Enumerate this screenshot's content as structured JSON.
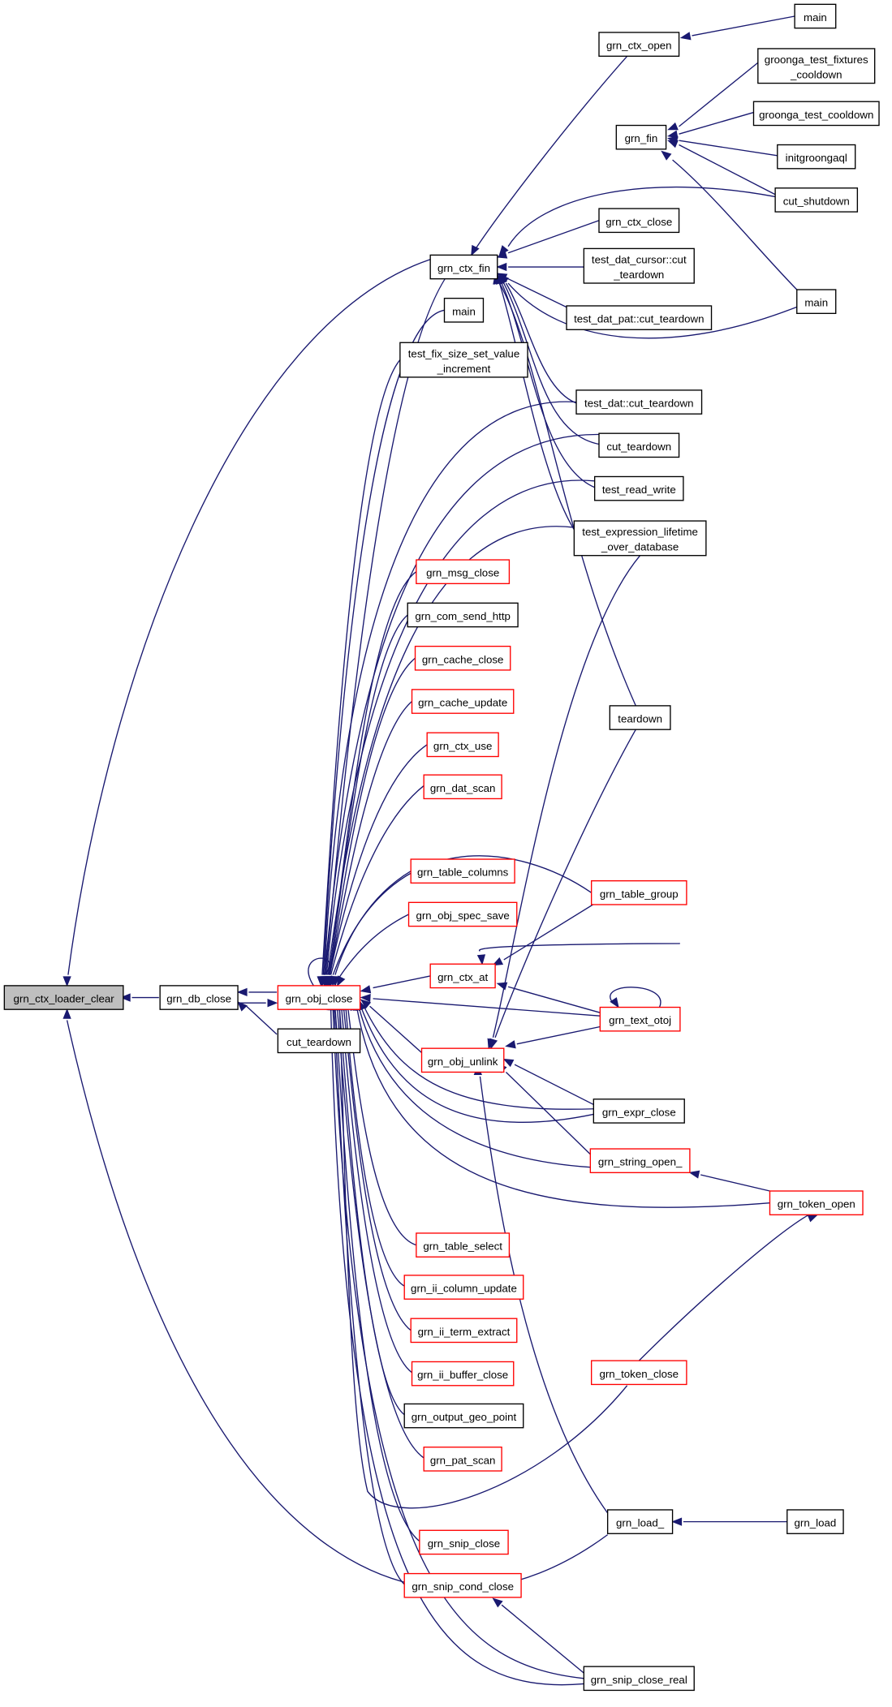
{
  "colors": {
    "edge": "#191970",
    "node_border": "#000000",
    "node_border_incomplete": "#ff0000",
    "root_fill": "#bfbfbf"
  },
  "nodes": [
    {
      "id": "root",
      "lines": [
        "grn_ctx_loader_clear"
      ],
      "style": "root"
    },
    {
      "id": "db_close",
      "lines": [
        "grn_db_close"
      ],
      "style": "normal"
    },
    {
      "id": "obj_close",
      "lines": [
        "grn_obj_close"
      ],
      "style": "red"
    },
    {
      "id": "cut_teardown_a",
      "lines": [
        "cut_teardown"
      ],
      "style": "normal"
    },
    {
      "id": "ctx_open",
      "lines": [
        "grn_ctx_open"
      ],
      "style": "normal"
    },
    {
      "id": "main_1",
      "lines": [
        "main"
      ],
      "style": "normal"
    },
    {
      "id": "fix_cooldown",
      "lines": [
        "groonga_test_fixtures",
        "_cooldown"
      ],
      "style": "normal"
    },
    {
      "id": "fin",
      "lines": [
        "grn_fin"
      ],
      "style": "normal"
    },
    {
      "id": "test_cooldown",
      "lines": [
        "groonga_test_cooldown"
      ],
      "style": "normal"
    },
    {
      "id": "initgroongaql",
      "lines": [
        "initgroongaql"
      ],
      "style": "normal"
    },
    {
      "id": "cut_shutdown",
      "lines": [
        "cut_shutdown"
      ],
      "style": "normal"
    },
    {
      "id": "ctx_close",
      "lines": [
        "grn_ctx_close"
      ],
      "style": "normal"
    },
    {
      "id": "ctx_fin",
      "lines": [
        "grn_ctx_fin"
      ],
      "style": "normal"
    },
    {
      "id": "dat_cursor_td",
      "lines": [
        "test_dat_cursor::cut",
        "_teardown"
      ],
      "style": "normal"
    },
    {
      "id": "main_2",
      "lines": [
        "main"
      ],
      "style": "normal"
    },
    {
      "id": "dat_pat_td",
      "lines": [
        "test_dat_pat::cut_teardown"
      ],
      "style": "normal"
    },
    {
      "id": "main_3",
      "lines": [
        "main"
      ],
      "style": "normal"
    },
    {
      "id": "fix_size",
      "lines": [
        "test_fix_size_set_value",
        "_increment"
      ],
      "style": "normal"
    },
    {
      "id": "dat_td",
      "lines": [
        "test_dat::cut_teardown"
      ],
      "style": "normal"
    },
    {
      "id": "cut_teardown_b",
      "lines": [
        "cut_teardown"
      ],
      "style": "normal"
    },
    {
      "id": "read_write",
      "lines": [
        "test_read_write"
      ],
      "style": "normal"
    },
    {
      "id": "expr_lifetime",
      "lines": [
        "test_expression_lifetime",
        "_over_database"
      ],
      "style": "normal"
    },
    {
      "id": "msg_close",
      "lines": [
        "grn_msg_close"
      ],
      "style": "red"
    },
    {
      "id": "com_send_http",
      "lines": [
        "grn_com_send_http"
      ],
      "style": "normal"
    },
    {
      "id": "cache_close",
      "lines": [
        "grn_cache_close"
      ],
      "style": "red"
    },
    {
      "id": "cache_update",
      "lines": [
        "grn_cache_update"
      ],
      "style": "red"
    },
    {
      "id": "teardown",
      "lines": [
        "teardown"
      ],
      "style": "normal"
    },
    {
      "id": "ctx_use",
      "lines": [
        "grn_ctx_use"
      ],
      "style": "red"
    },
    {
      "id": "dat_scan",
      "lines": [
        "grn_dat_scan"
      ],
      "style": "red"
    },
    {
      "id": "table_columns",
      "lines": [
        "grn_table_columns"
      ],
      "style": "red"
    },
    {
      "id": "table_group",
      "lines": [
        "grn_table_group"
      ],
      "style": "red"
    },
    {
      "id": "obj_spec_save",
      "lines": [
        "grn_obj_spec_save"
      ],
      "style": "red"
    },
    {
      "id": "ctx_at",
      "lines": [
        "grn_ctx_at"
      ],
      "style": "red"
    },
    {
      "id": "text_otoj",
      "lines": [
        "grn_text_otoj"
      ],
      "style": "red"
    },
    {
      "id": "obj_unlink",
      "lines": [
        "grn_obj_unlink"
      ],
      "style": "red"
    },
    {
      "id": "expr_close",
      "lines": [
        "grn_expr_close"
      ],
      "style": "normal"
    },
    {
      "id": "string_open",
      "lines": [
        "grn_string_open_"
      ],
      "style": "red"
    },
    {
      "id": "token_open",
      "lines": [
        "grn_token_open"
      ],
      "style": "red"
    },
    {
      "id": "table_select",
      "lines": [
        "grn_table_select"
      ],
      "style": "red"
    },
    {
      "id": "ii_column_update",
      "lines": [
        "grn_ii_column_update"
      ],
      "style": "red"
    },
    {
      "id": "ii_term_extract",
      "lines": [
        "grn_ii_term_extract"
      ],
      "style": "red"
    },
    {
      "id": "ii_buffer_close",
      "lines": [
        "grn_ii_buffer_close"
      ],
      "style": "red"
    },
    {
      "id": "token_close",
      "lines": [
        "grn_token_close"
      ],
      "style": "red"
    },
    {
      "id": "output_geo_point",
      "lines": [
        "grn_output_geo_point"
      ],
      "style": "normal"
    },
    {
      "id": "pat_scan",
      "lines": [
        "grn_pat_scan"
      ],
      "style": "red"
    },
    {
      "id": "load_",
      "lines": [
        "grn_load_"
      ],
      "style": "normal"
    },
    {
      "id": "load",
      "lines": [
        "grn_load"
      ],
      "style": "normal"
    },
    {
      "id": "snip_close",
      "lines": [
        "grn_snip_close"
      ],
      "style": "red"
    },
    {
      "id": "snip_cond_close",
      "lines": [
        "grn_snip_cond_close"
      ],
      "style": "red"
    },
    {
      "id": "snip_close_real",
      "lines": [
        "grn_snip_close_real"
      ],
      "style": "normal"
    }
  ]
}
